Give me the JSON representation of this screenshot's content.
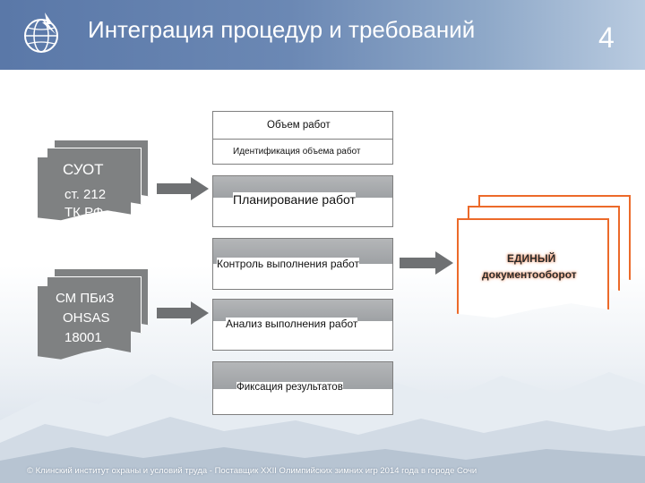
{
  "header": {
    "title": "Интеграция процедур и требований",
    "page_number": "4"
  },
  "left_docs": [
    {
      "heading": "СУОТ",
      "body": [
        "ст. 212",
        "ТК РФ"
      ]
    },
    {
      "lines": [
        "СМ ПБиЗ",
        "OHSAS",
        "18001"
      ]
    }
  ],
  "process_boxes": [
    {
      "label": "Объем работ"
    },
    {
      "label": "Идентификация объема работ"
    },
    {
      "label": "Планирование работ"
    },
    {
      "label": "Контроль выполнения работ"
    },
    {
      "label": "Анализ выполнения работ"
    },
    {
      "label": "Фиксация результатов"
    }
  ],
  "result_doc": {
    "title": "ЕДИНЫЙ",
    "subtitle": "документооборот"
  },
  "footer": {
    "text": "© Клинский институт охраны и условий труда - Поставщик XXII Олимпийских зимних игр 2014 года в городе Сочи"
  },
  "colors": {
    "header": "#5a78a8",
    "doc_gray": "#7f8182",
    "accent_orange": "#ec6a2a",
    "arrow": "#6f7173"
  }
}
